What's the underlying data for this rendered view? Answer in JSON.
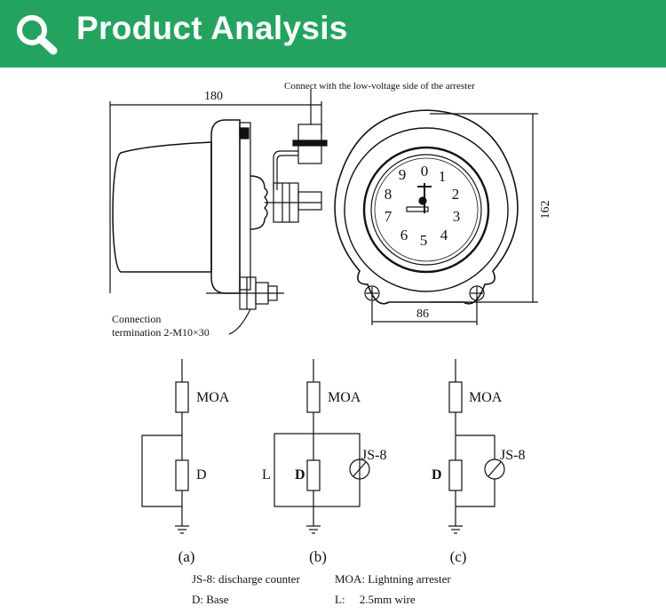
{
  "header": {
    "title": "Product Analysis",
    "icon": "magnifier-icon"
  },
  "drawing": {
    "top_note": "Connect with the low-voltage side of the arrester",
    "dim_width": "180",
    "dim_height": "162",
    "dim_mount": "86",
    "connection_line1": "Connection",
    "connection_line2": "termination 2-M10×30",
    "dial_digits": [
      "0",
      "1",
      "2",
      "3",
      "4",
      "5",
      "6",
      "7",
      "8",
      "9"
    ]
  },
  "circuits": {
    "moa": "MOA",
    "d": "D",
    "l": "L",
    "js8": "JS-8",
    "labels": [
      "(a)",
      "(b)",
      "(c)"
    ]
  },
  "legend": {
    "row1_left": "JS-8: discharge counter",
    "row1_right": "MOA: Lightning arrester",
    "row2_left": "D: Base",
    "row2_right": "L:     2.5mm wire"
  },
  "colors": {
    "banner": "#22a45f",
    "text": "#ffffff",
    "line": "#111111"
  }
}
